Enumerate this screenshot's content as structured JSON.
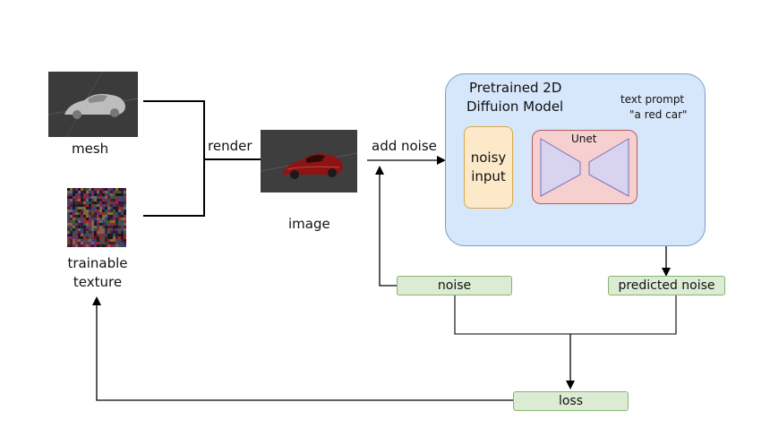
{
  "inputs": {
    "mesh_label": "mesh",
    "texture_label": "trainable texture",
    "render_label": "render",
    "image_label": "image",
    "add_noise_label": "add noise"
  },
  "model": {
    "title_line1": "Pretrained 2D",
    "title_line2": "Diffuion Model",
    "noisy_input_line1": "noisy",
    "noisy_input_line2": "input",
    "unet_label": "Unet",
    "prompt_line1": "text prompt",
    "prompt_line2": "\"a red car\""
  },
  "outputs": {
    "noise_label": "noise",
    "predicted_noise_label": "predicted noise",
    "loss_label": "loss"
  },
  "colors": {
    "model_fill": "#d6e6fb",
    "model_border": "#7a9cc8",
    "noisy_fill": "#fde8c8",
    "noisy_border": "#d6a84a",
    "unet_fill": "#f6cfcf",
    "unet_border": "#b85a5a",
    "unet_inner": "#d8d4f0",
    "pill_fill": "#dcecd4",
    "pill_border": "#86b46f"
  }
}
